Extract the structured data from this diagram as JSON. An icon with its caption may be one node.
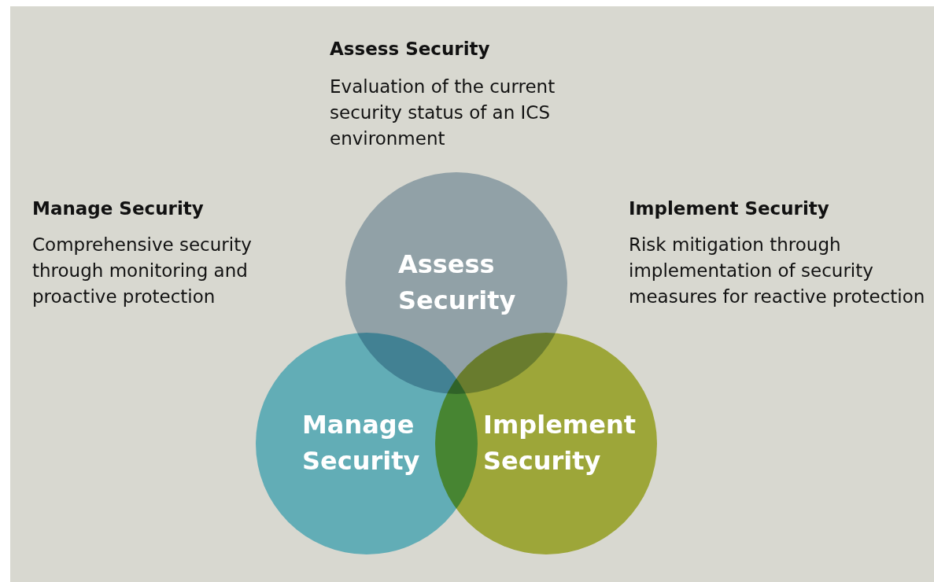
{
  "diagram": {
    "nodes": [
      {
        "text": [
          "Assess Security"
        ]
      },
      {
        "text": [
          "Manage Security"
        ]
      },
      {
        "text": [
          "Implement Security"
        ]
      }
    ],
    "labels": [
      "Assess Security",
      "Evaluation of the current security status of an ICS environment",
      "Manage Security",
      "Comprehensive security through monitoring and proactive protection",
      "Implement Security",
      "Risk mitigation through implementation of security measures for reactive protection"
    ]
  }
}
